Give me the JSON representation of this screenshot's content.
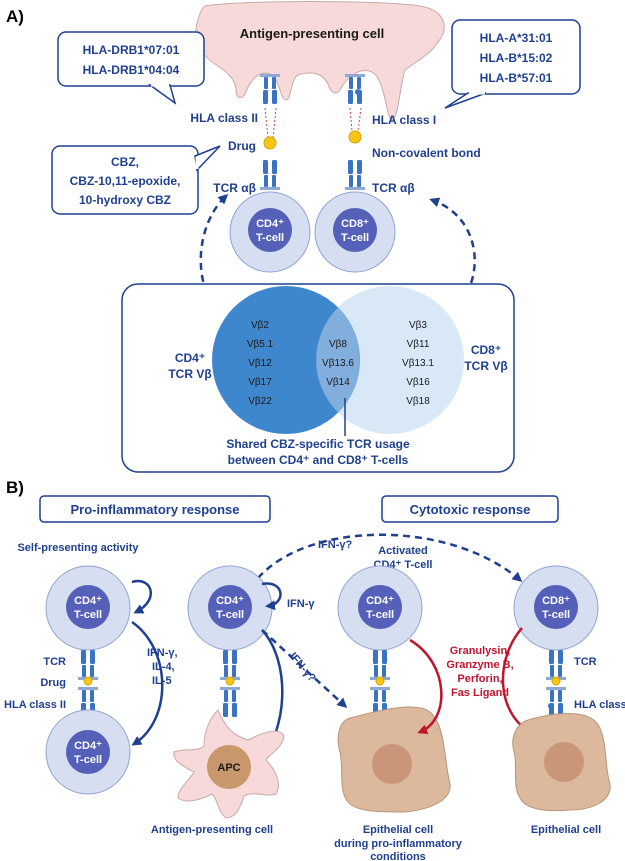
{
  "section_a": {
    "label": "A)",
    "apc_title": "Antigen-presenting cell",
    "hla_class2_alleles": [
      "HLA-DRB1*07:01",
      "HLA-DRB1*04:04"
    ],
    "hla_class1_alleles": [
      "HLA-A*31:01",
      "HLA-B*15:02",
      "HLA-B*57:01"
    ],
    "hla_class2_label": "HLA class II",
    "hla_class1_label": "HLA class I",
    "drug_label": "Drug",
    "bond_label": "Non-covalent bond",
    "drug_names": [
      "CBZ,",
      "CBZ-10,11-epoxide,",
      "10-hydroxy CBZ"
    ],
    "tcr_left": "TCR αβ",
    "tcr_right": "TCR αβ",
    "cd4_cell": [
      "CD4⁺",
      "T-cell"
    ],
    "cd8_cell": [
      "CD8⁺",
      "T-cell"
    ],
    "cd4_vb_label": [
      "CD4⁺",
      "TCR Vβ"
    ],
    "cd8_vb_label": [
      "CD8⁺",
      "TCR Vβ"
    ],
    "cd4_only_vb": [
      "Vβ2",
      "Vβ5.1",
      "Vβ12",
      "Vβ17",
      "Vβ22"
    ],
    "shared_vb": [
      "Vβ8",
      "Vβ13.6",
      "Vβ14"
    ],
    "cd8_only_vb": [
      "Vβ3",
      "Vβ11",
      "Vβ13.1",
      "Vβ16",
      "Vβ18"
    ],
    "shared_caption": [
      "Shared CBZ-specific TCR usage",
      "between CD4⁺ and CD8⁺ T-cells"
    ]
  },
  "section_b": {
    "label": "B)",
    "pro_inflammatory": "Pro-inflammatory response",
    "cytotoxic": "Cytotoxic response",
    "self_presenting": "Self-presenting activity",
    "ifn_q_top": "IFN-γ?",
    "activated": [
      "Activated",
      "CD4⁺ T-cell"
    ],
    "cytokines": [
      "IFN-γ,",
      "IL-4,",
      "IL-5"
    ],
    "ifn_g": "IFN-γ",
    "ifn_q_diag": "IFN-γ?",
    "tcr": "TCR",
    "drug": "Drug",
    "hla2": "HLA class II",
    "hla1": "HLA class I",
    "tcr_right": "TCR",
    "granules": [
      "Granulysin,",
      "Granzyme B,",
      "Perforin,",
      "Fas Ligand"
    ],
    "apc": "APC",
    "cap_apc": "Antigen-presenting cell",
    "cap_epi1": [
      "Epithelial cell",
      "during pro-inflammatory",
      "conditions"
    ],
    "cap_epi2": "Epithelial cell",
    "cells": {
      "cd4_a": [
        "CD4⁺",
        "T-cell"
      ],
      "cd4_b": [
        "CD4⁺",
        "T-cell"
      ],
      "cd4_c": [
        "CD4⁺",
        "T-cell"
      ],
      "cd4_d": [
        "CD4⁺",
        "T-cell"
      ],
      "cd8_e": [
        "CD8⁺",
        "T-cell"
      ]
    }
  },
  "colors": {
    "navy": "#1f3f8f",
    "cell_outer": "#d6def2",
    "cell_inner": "#5561b8",
    "receptor": "#3a72c4",
    "drug_yellow": "#f5c518",
    "apc_pink": "#f7d9d9",
    "epithelial": "#dcb89c",
    "nucleus": "#c9967a",
    "venn_dark": "#3f87cc",
    "venn_light": "#d9e8f7",
    "red": "#c0152f"
  },
  "icons": [
    "tcr-receptor-icon",
    "hla-receptor-icon",
    "drug-molecule-icon",
    "t-cell-icon",
    "apc-icon",
    "epithelial-cell-icon"
  ]
}
